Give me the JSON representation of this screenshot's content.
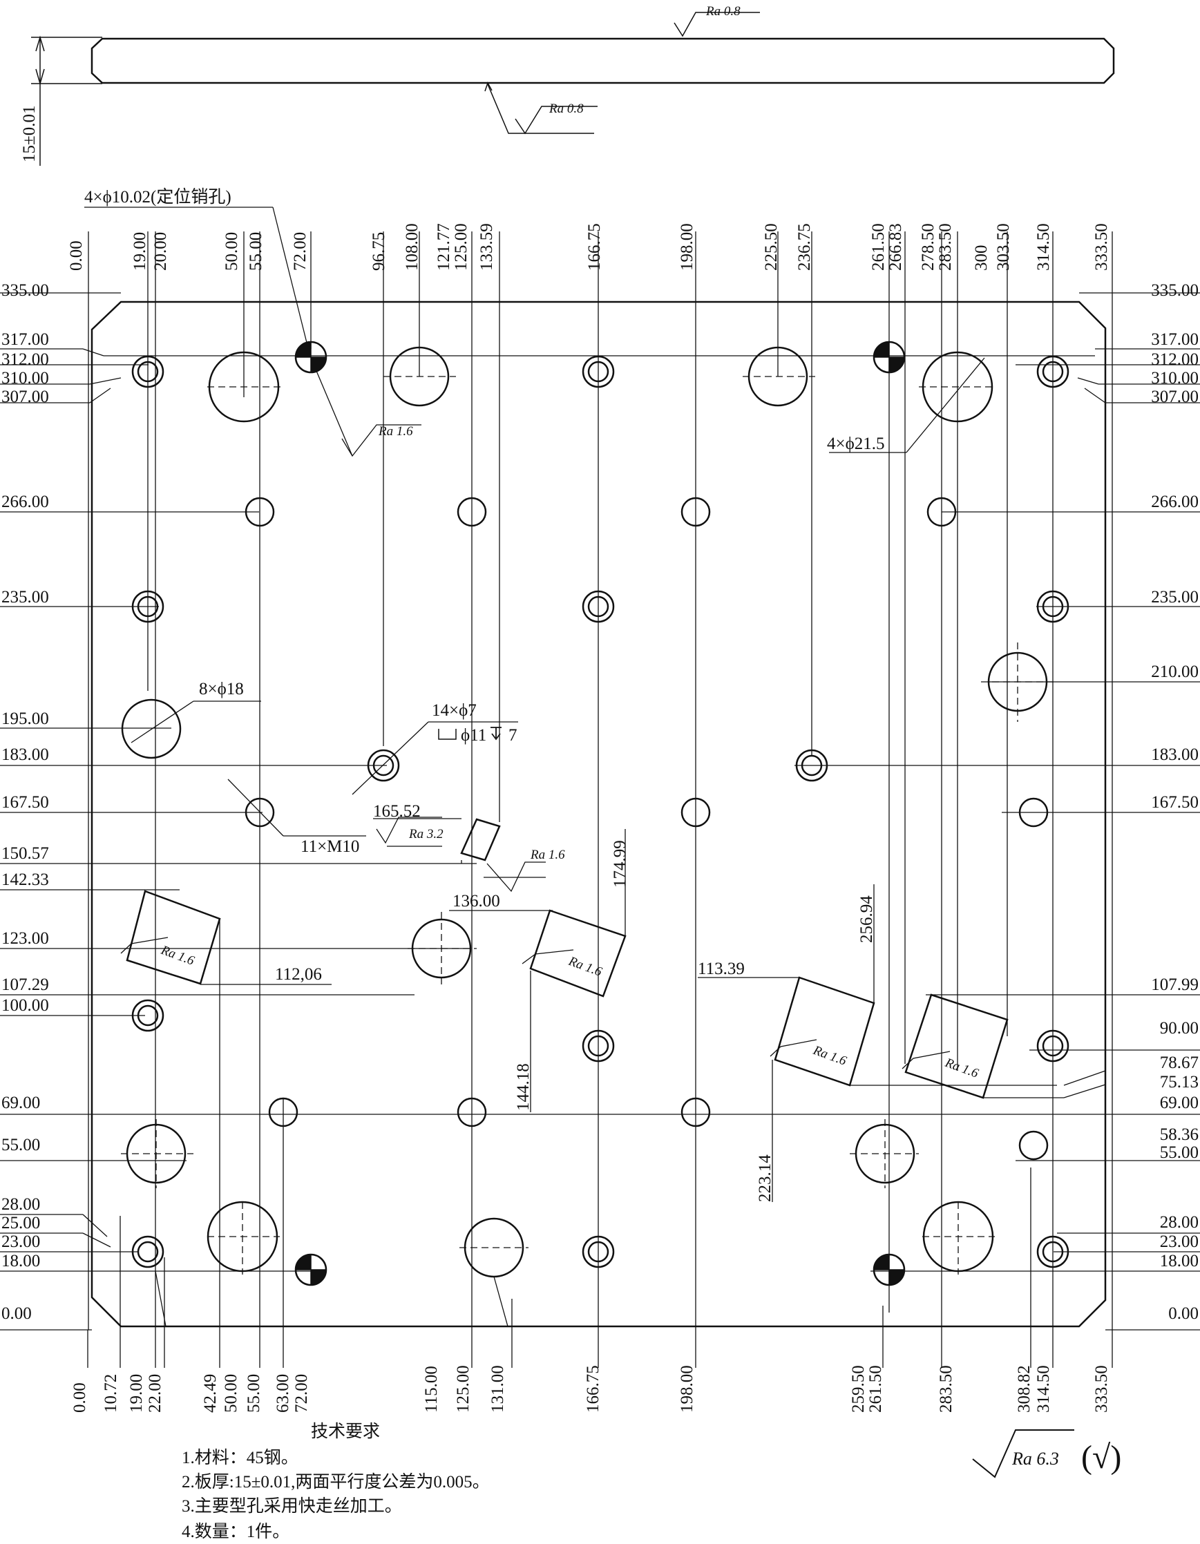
{
  "side_view": {
    "thickness": "15±0.01",
    "ra_top": "Ra 0.8",
    "ra_bottom": "Ra 0.8"
  },
  "x_dims_top": [
    "0.00",
    "19.00",
    "20.00",
    "50.00",
    "55.00",
    "72.00",
    "96.75",
    "108.00",
    "121.77",
    "125.00",
    "133.59",
    "166.75",
    "198.00",
    "225.50",
    "236.75",
    "261.50",
    "266.83",
    "278.50",
    "283.50",
    "300",
    "303.50",
    "314.50",
    "333.50"
  ],
  "x_dims_bottom": [
    "0.00",
    "10.72",
    "19.00",
    "22.00",
    "42.49",
    "50.00",
    "55.00",
    "63.00",
    "72.00",
    "115.00",
    "125.00",
    "131.00",
    "166.75",
    "198.00",
    "259.50",
    "261.50",
    "283.50",
    "308.82",
    "314.50",
    "333.50"
  ],
  "y_dims_left": [
    "335.00",
    "317.00",
    "312.00",
    "310.00",
    "307.00",
    "266.00",
    "235.00",
    "195.00",
    "183.00",
    "167.50",
    "150.57",
    "142.33",
    "123.00",
    "107.29",
    "100.00",
    "69.00",
    "55.00",
    "28.00",
    "25.00",
    "23.00",
    "18.00",
    "0.00"
  ],
  "y_dims_right": [
    "335.00",
    "317.00",
    "312.00",
    "310.00",
    "307.00",
    "266.00",
    "235.00",
    "210.00",
    "183.00",
    "167.50",
    "107.99",
    "90.00",
    "78.67",
    "75.13",
    "69.00",
    "58.36",
    "55.00",
    "28.00",
    "23.00",
    "18.00",
    "0.00"
  ],
  "callouts": {
    "pin_holes": "4×ϕ10.02(定位销孔)",
    "large_holes": "4×ϕ21.5",
    "holes_18": "8×ϕ18",
    "holes_7": "14×ϕ7",
    "counterbore": "ϕ11",
    "counterbore_depth": "7",
    "threads": "11×M10",
    "ra_pin": "Ra 1.6",
    "ra_thread": "Ra 3.2",
    "ra_slot": "Ra 1.6",
    "dim_165": "165.52",
    "dim_136": "136.00",
    "dim_174": "174.99",
    "dim_112": "112,06",
    "dim_144": "144.18",
    "dim_113": "113.39",
    "dim_256": "256.94",
    "dim_223": "223.14",
    "pocket_ra": "Ra 1.6"
  },
  "notes": {
    "title": "技术要求",
    "items": [
      "1.材料：45钢。",
      "2.板厚:15±0.01,两面平行度公差为0.005。",
      "3.主要型孔采用快走丝加工。",
      "4.数量：1件。"
    ]
  },
  "general_roughness": "Ra  6.3",
  "general_roughness_paren": "(√)"
}
